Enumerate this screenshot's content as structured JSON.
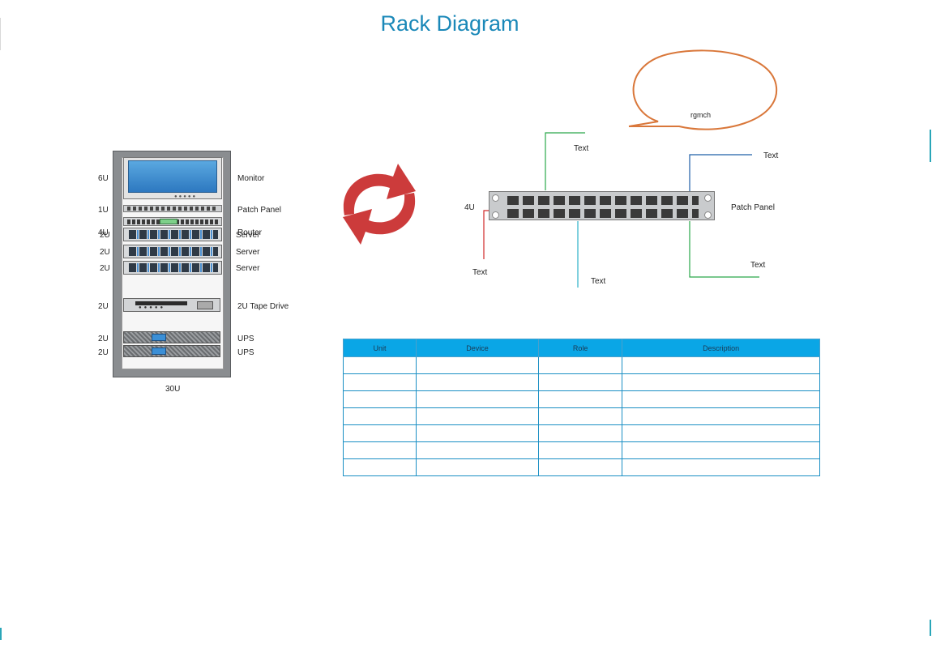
{
  "title": "Rack Diagram",
  "rack": {
    "total_units": "30U",
    "devices": [
      {
        "unit": "6U",
        "name": "Monitor"
      },
      {
        "unit": "1U",
        "name": "Patch Panel"
      },
      {
        "unit": "4U",
        "name": "Router"
      },
      {
        "unit": "2U",
        "name": "Server"
      },
      {
        "unit": "2U",
        "name": "Server"
      },
      {
        "unit": "2U",
        "name": "Server"
      },
      {
        "unit": "2U",
        "name": "2U Tape Drive"
      },
      {
        "unit": "2U",
        "name": "UPS"
      },
      {
        "unit": "2U",
        "name": "UPS"
      }
    ]
  },
  "detail": {
    "unit": "4U",
    "name": "Patch Panel",
    "callouts": [
      "Text",
      "Text",
      "Text",
      "Text",
      "Text"
    ],
    "bubble": "rgmch"
  },
  "colors": {
    "title": "#1a88b8",
    "arrows": "#cc3b3b",
    "bubble": "#d9773a",
    "line_green": "#2aa84a",
    "line_blue": "#1f5fa8",
    "line_teal": "#2ab0c8",
    "line_red": "#d02a2a",
    "table_header": "#0aa6e6"
  },
  "table": {
    "headers": [
      "Unit",
      "Device",
      "Role",
      "Description"
    ],
    "rows": [
      [
        "",
        "",
        "",
        ""
      ],
      [
        "",
        "",
        "",
        ""
      ],
      [
        "",
        "",
        "",
        ""
      ],
      [
        "",
        "",
        "",
        ""
      ],
      [
        "",
        "",
        "",
        ""
      ],
      [
        "",
        "",
        "",
        ""
      ],
      [
        "",
        "",
        "",
        ""
      ]
    ]
  }
}
